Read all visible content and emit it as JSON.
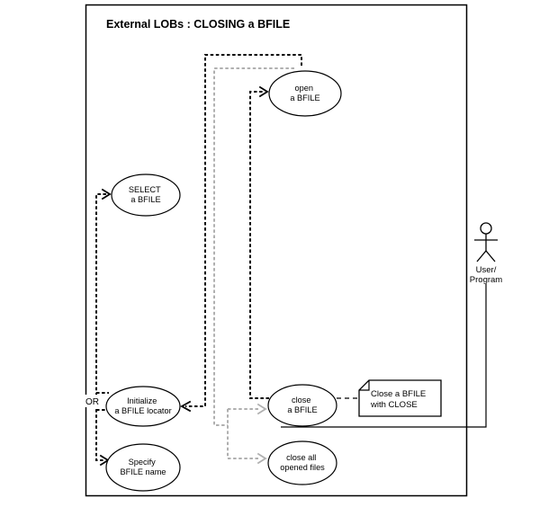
{
  "diagram": {
    "title": "External LOBs : CLOSING a BFILE",
    "or_label": "OR",
    "use_cases": {
      "open_bfile": {
        "line1": "open",
        "line2": "a BFILE"
      },
      "select_bfile": {
        "line1": "SELECT",
        "line2": "a BFILE"
      },
      "initialize_locator": {
        "line1": "Initialize",
        "line2": "a BFILE locator"
      },
      "specify_name": {
        "line1": "Specify",
        "line2": "BFILE name"
      },
      "close_bfile": {
        "line1": "close",
        "line2": "a BFILE"
      },
      "close_all": {
        "line1": "close all",
        "line2": "opened files"
      }
    },
    "note": {
      "line1": "Close a BFILE",
      "line2": "with CLOSE"
    },
    "actor": {
      "line1": "User/",
      "line2": "Program"
    },
    "colors": {
      "foreground": "#000000",
      "secondary_flow": "#b0b0b0",
      "background": "#ffffff"
    }
  }
}
